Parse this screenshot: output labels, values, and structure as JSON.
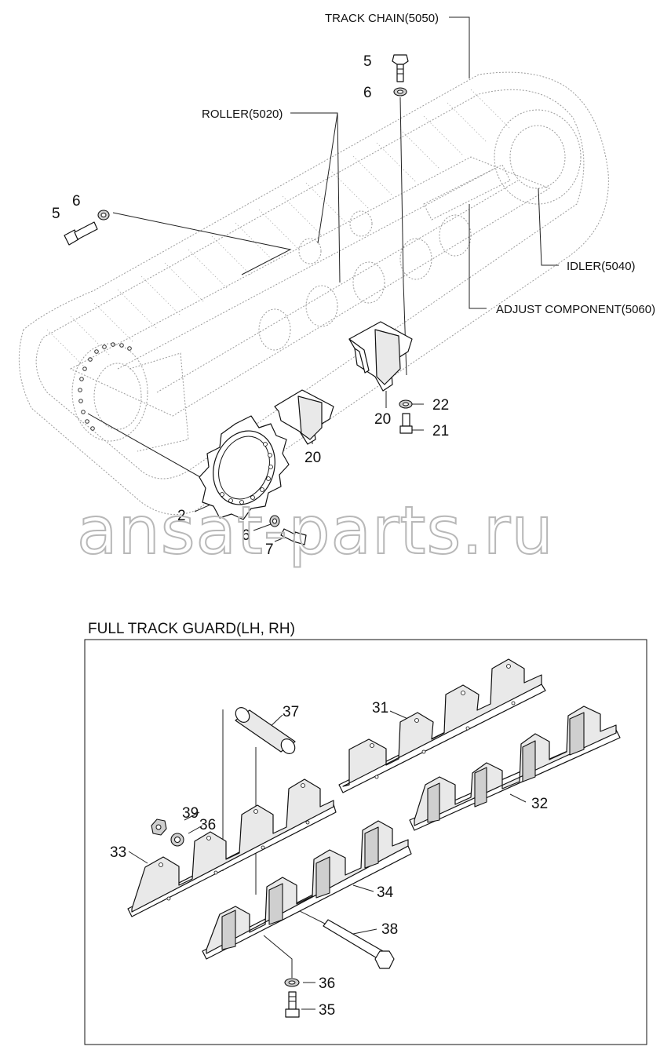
{
  "components": {
    "track_chain": "TRACK CHAIN(5050)",
    "roller": "ROLLER(5020)",
    "idler": "IDLER(5040)",
    "adjust_component": "ADJUST COMPONENT(5060)"
  },
  "section_title": "FULL TRACK GUARD(LH, RH)",
  "watermark": "ansat-parts.ru",
  "callouts": {
    "c5a": "5",
    "c6a": "6",
    "c6b": "6",
    "c5b": "5",
    "c22": "22",
    "c21": "21",
    "c20a": "20",
    "c20b": "20",
    "c2": "2",
    "c6c": "6",
    "c7": "7",
    "c37": "37",
    "c31": "31",
    "c39": "39",
    "c36a": "36",
    "c33": "33",
    "c32": "32",
    "c34": "34",
    "c38": "38",
    "c36b": "36",
    "c35": "35"
  }
}
